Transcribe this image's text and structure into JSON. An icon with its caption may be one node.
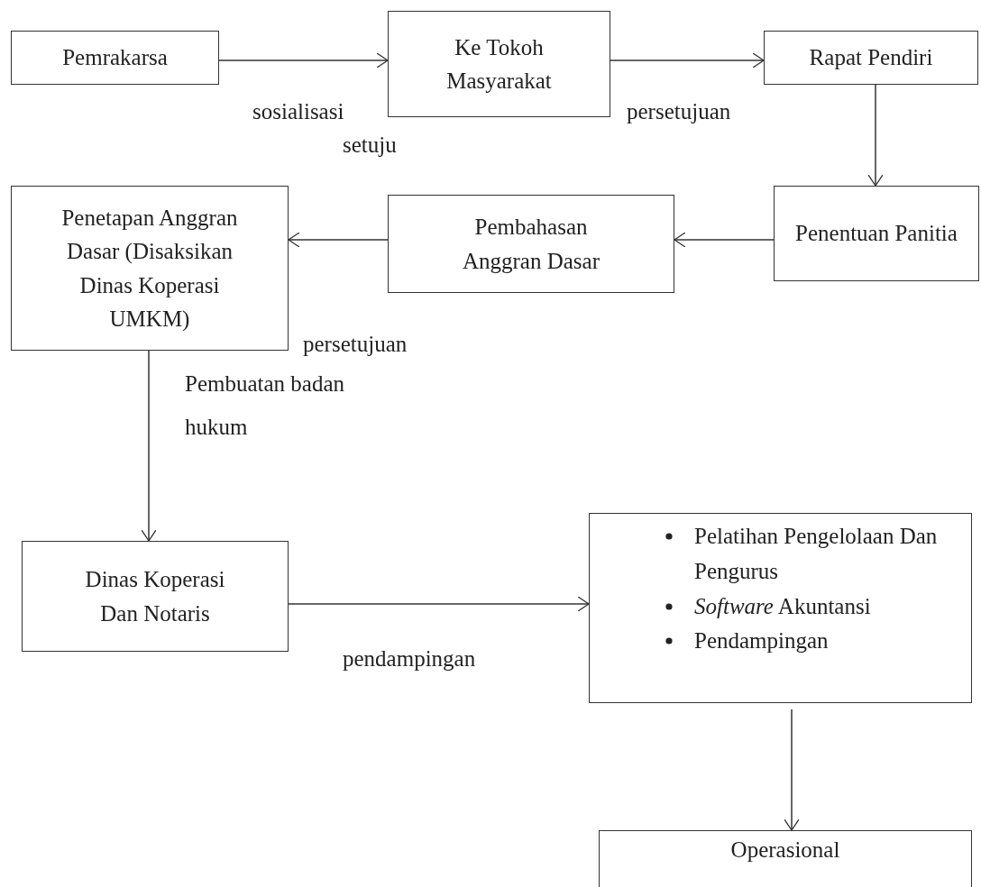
{
  "diagram": {
    "nodes": [
      {
        "text": [
          "Pemrakarsa"
        ]
      },
      {
        "text": [
          "Ke Tokoh Masyarakat"
        ]
      },
      {
        "text": [
          "Rapat Pendiri"
        ]
      },
      {
        "text": [
          "Penentuan Panitia"
        ]
      },
      {
        "text": [
          "Pembahasan Anggran Dasar"
        ]
      },
      {
        "text": [
          "Penetapan Anggran Dasar (Disaksikan Dinas Koperasi UMKM)"
        ]
      },
      {
        "text": [
          "Dinas Koperasi Dan Notaris"
        ]
      },
      {
        "text": [
          "Pelatihan Pengelolaan Dan Pengurus",
          "*Software* Akuntansi",
          "Pendampingan"
        ]
      },
      {
        "text": [
          "Operasional"
        ]
      }
    ],
    "edges": [
      {
        "from": 0,
        "to": 1,
        "arrow": "to",
        "label": "sosialisasi"
      },
      {
        "from": 1,
        "to": 2,
        "arrow": "to",
        "label": "persetujuan"
      },
      {
        "from": 2,
        "to": 3,
        "arrow": "to"
      },
      {
        "from": 3,
        "to": 4,
        "arrow": "to"
      },
      {
        "from": 4,
        "to": 5,
        "arrow": "to"
      },
      {
        "from": 5,
        "to": 6,
        "arrow": "to",
        "label": "Pembuatan badan hukum"
      },
      {
        "from": 6,
        "to": 7,
        "arrow": "to",
        "label": "pendampingan"
      },
      {
        "from": 7,
        "to": 8,
        "arrow": "to"
      }
    ],
    "labels": [
      "setuju",
      "persetujuan"
    ]
  }
}
